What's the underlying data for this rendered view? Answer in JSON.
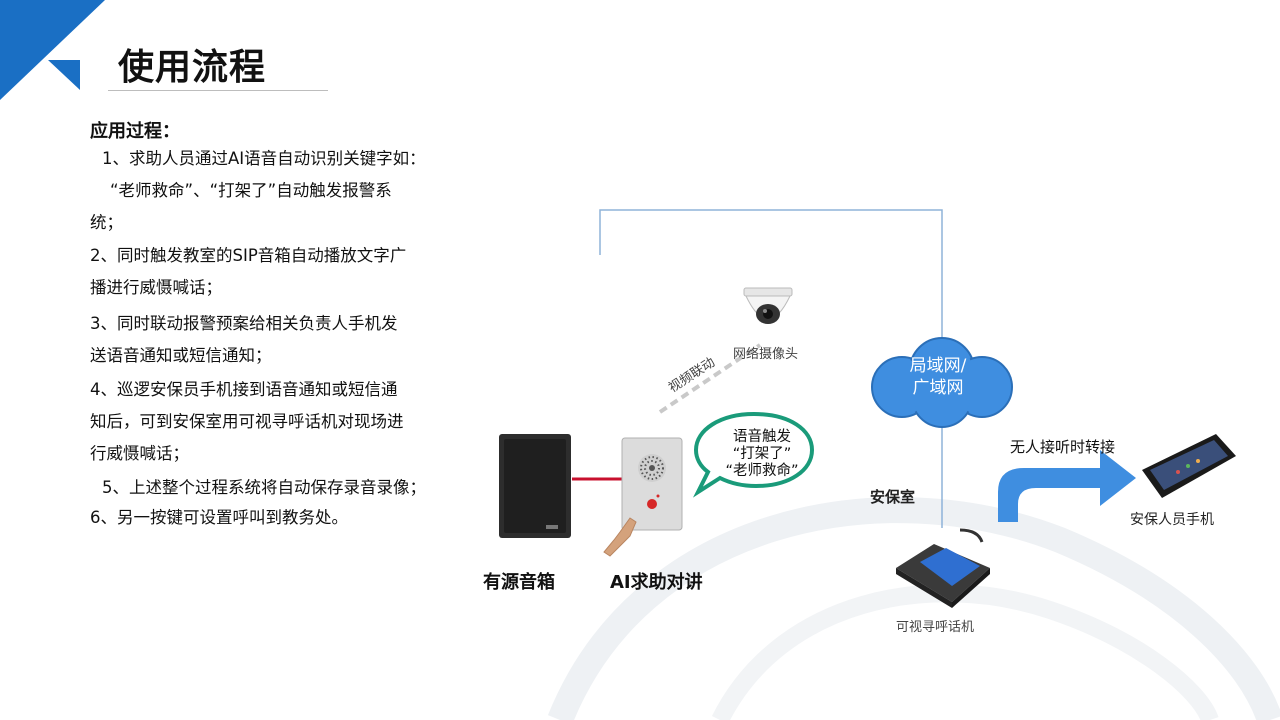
{
  "slide": {
    "title": "使用流程",
    "section_heading": "应用过程：",
    "accent_color": "#1a6fc4",
    "steps": [
      {
        "line1": "1、求助人员通过AI语音自动识别关键字如：",
        "line2": "“老师救命”、“打架了”自动触发报警系",
        "line3": "统；"
      },
      {
        "line1": "2、同时触发教室的SIP音箱自动播放文字广",
        "line2": "播进行威慑喊话；"
      },
      {
        "line1": "3、同时联动报警预案给相关负责人手机发",
        "line2": "送语音通知或短信通知；"
      },
      {
        "line1": "4、巡逻安保员手机接到语音通知或短信通",
        "line2": "知后，可到安保室用可视寻呼话机对现场进",
        "line3": "行威慑喊话；"
      },
      {
        "line1": "5、上述整个过程系统将自动保存录音录像；"
      },
      {
        "line1": "6、另一按键可设置呼叫到教务处。"
      }
    ]
  },
  "diagram": {
    "speaker_label": "有源音箱",
    "intercom_label": "AI求助对讲",
    "camera_label": "网络摄像头",
    "video_link_label": "视频联动",
    "bubble": {
      "line1": "语音触发",
      "line2": "“打架了”",
      "line3": "“老师救命”"
    },
    "cloud": {
      "line1": "局域网/",
      "line2": "广域网"
    },
    "security_room_label": "安保室",
    "phone_label": "可视寻呼话机",
    "forward_label": "无人接听时转接",
    "mobile_label": "安保人员手机",
    "colors": {
      "cloud": "#3f8ee0",
      "arrow": "#3f8ee0",
      "bubble_border": "#1a9b7a",
      "wire": "#c8102e",
      "line": "#8fb3d9"
    }
  }
}
